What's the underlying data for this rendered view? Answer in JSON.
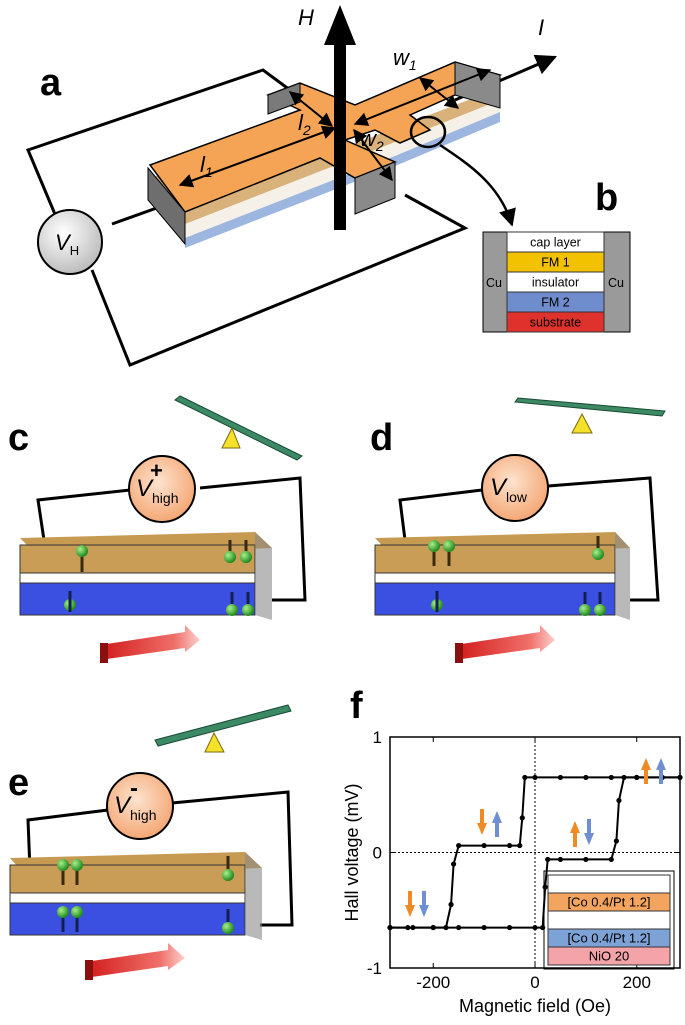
{
  "panels": {
    "a": "a",
    "b": "b",
    "c": "c",
    "d": "d",
    "e": "e",
    "f": "f"
  },
  "device_labels": {
    "H": "H",
    "I": "I",
    "l": "l",
    "l1_sub": "1",
    "l2_sub": "2",
    "w": "w",
    "w1_sub": "1",
    "w2_sub": "2",
    "V": "V",
    "VH_sub": "H"
  },
  "stack": {
    "layers": [
      "cap layer",
      "FM 1",
      "insulator",
      "FM 2",
      "substrate"
    ],
    "layer_colors": [
      "#ffffff",
      "#f2c200",
      "#ffffff",
      "#6f8ccc",
      "#e0322c"
    ],
    "electrode": "Cu"
  },
  "states": {
    "c": {
      "V": "V",
      "sub": "high",
      "sup": "+"
    },
    "d": {
      "V": "V",
      "sub": "low",
      "sup": ""
    },
    "e": {
      "V": "V",
      "sub": "high",
      "sup": "-"
    }
  },
  "chart_data": {
    "type": "line",
    "xlabel": "Magnetic field (Oe)",
    "ylabel": "Hall voltage (mV)",
    "xlim": [
      -285,
      285
    ],
    "ylim": [
      -1,
      1
    ],
    "xticks": [
      -200,
      0,
      200
    ],
    "yticks": [
      -1,
      0,
      1
    ],
    "series": [
      {
        "x": [
          -285,
          -240,
          -200,
          -175,
          -165,
          -160,
          -150,
          -100,
          -50,
          -30,
          -25,
          -20,
          0,
          50,
          100,
          150,
          200,
          250,
          285
        ],
        "y": [
          -0.65,
          -0.65,
          -0.65,
          -0.65,
          -0.45,
          -0.1,
          0.06,
          0.06,
          0.06,
          0.06,
          0.3,
          0.65,
          0.65,
          0.65,
          0.65,
          0.65,
          0.65,
          0.65,
          0.65
        ]
      },
      {
        "x": [
          285,
          250,
          200,
          175,
          165,
          160,
          150,
          100,
          50,
          25,
          20,
          15,
          0,
          -50,
          -100,
          -150,
          -200,
          -250,
          -285
        ],
        "y": [
          0.65,
          0.65,
          0.65,
          0.65,
          0.45,
          0.1,
          -0.06,
          -0.06,
          -0.06,
          -0.06,
          -0.3,
          -0.65,
          -0.65,
          -0.65,
          -0.65,
          -0.65,
          -0.65,
          -0.65,
          -0.65
        ]
      }
    ],
    "legend": [
      "[Co 0.4/Pt 1.2]",
      "[Co 0.4/Pt 1.2]",
      "NiO 20"
    ],
    "legend_colors": [
      "#ffffff",
      "#f3a55f",
      "#ffffff",
      "#7da2d6",
      "#f4a3a8"
    ],
    "spin_arrow_colors": {
      "top": "#f08a24",
      "bottom": "#6f8fd0"
    }
  }
}
